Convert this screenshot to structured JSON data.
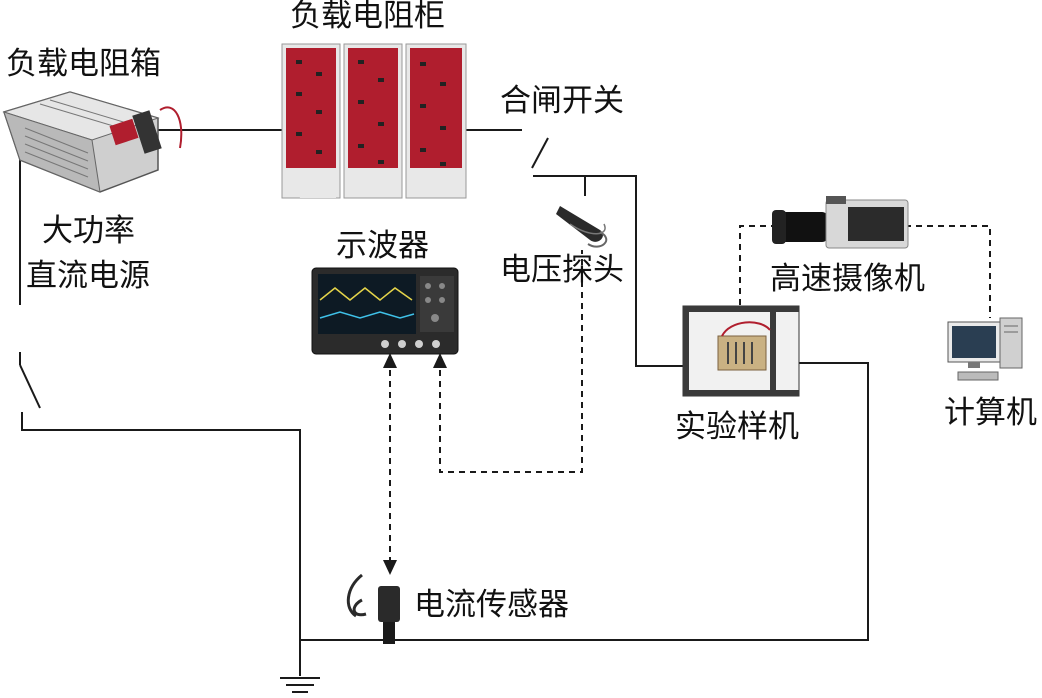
{
  "labels": {
    "load_box": "负载电阻箱",
    "load_cabinet": "负载电阻柜",
    "closing_switch": "合闸开关",
    "dc_power_line1": "大功率",
    "dc_power_line2": "直流电源",
    "oscilloscope": "示波器",
    "voltage_probe": "电压探头",
    "high_speed_camera": "高速摄像机",
    "computer": "计算机",
    "prototype": "实验样机",
    "current_sensor": "电流传感器"
  },
  "colors": {
    "wire": "#1a1a1a",
    "cabinet_red": "#b01e2e",
    "cabinet_panel": "#e8e8e8",
    "scope_body": "#2b2b2b",
    "scope_screen": "#0d1a24",
    "box_metal": "#c9c9c9",
    "camera_body": "#d8d8d8",
    "lens": "#111111",
    "prototype_frame": "#3a3a3a"
  }
}
